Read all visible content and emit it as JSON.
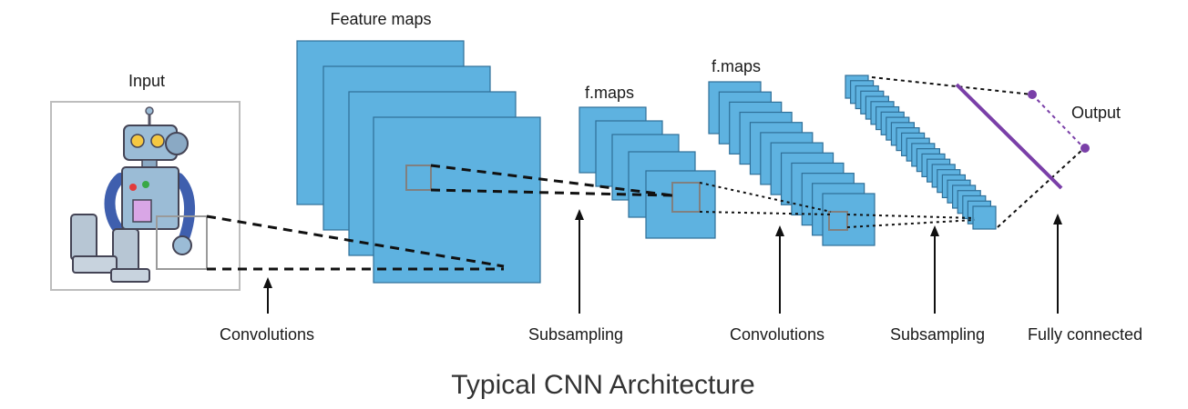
{
  "diagram": {
    "title": "Typical CNN Architecture",
    "labels": {
      "input": "Input",
      "feature_maps": "Feature maps",
      "fmaps_1": "f.maps",
      "fmaps_2": "f.maps",
      "output": "Output"
    },
    "stages": [
      "Convolutions",
      "Subsampling",
      "Convolutions",
      "Subsampling",
      "Fully connected"
    ],
    "colors": {
      "map_fill": "#5eb2e0",
      "map_stroke": "#2f6f98",
      "output_line": "#7a3fa8",
      "robot_body": "#9bbcd6",
      "robot_arm": "#3f5fae"
    }
  }
}
